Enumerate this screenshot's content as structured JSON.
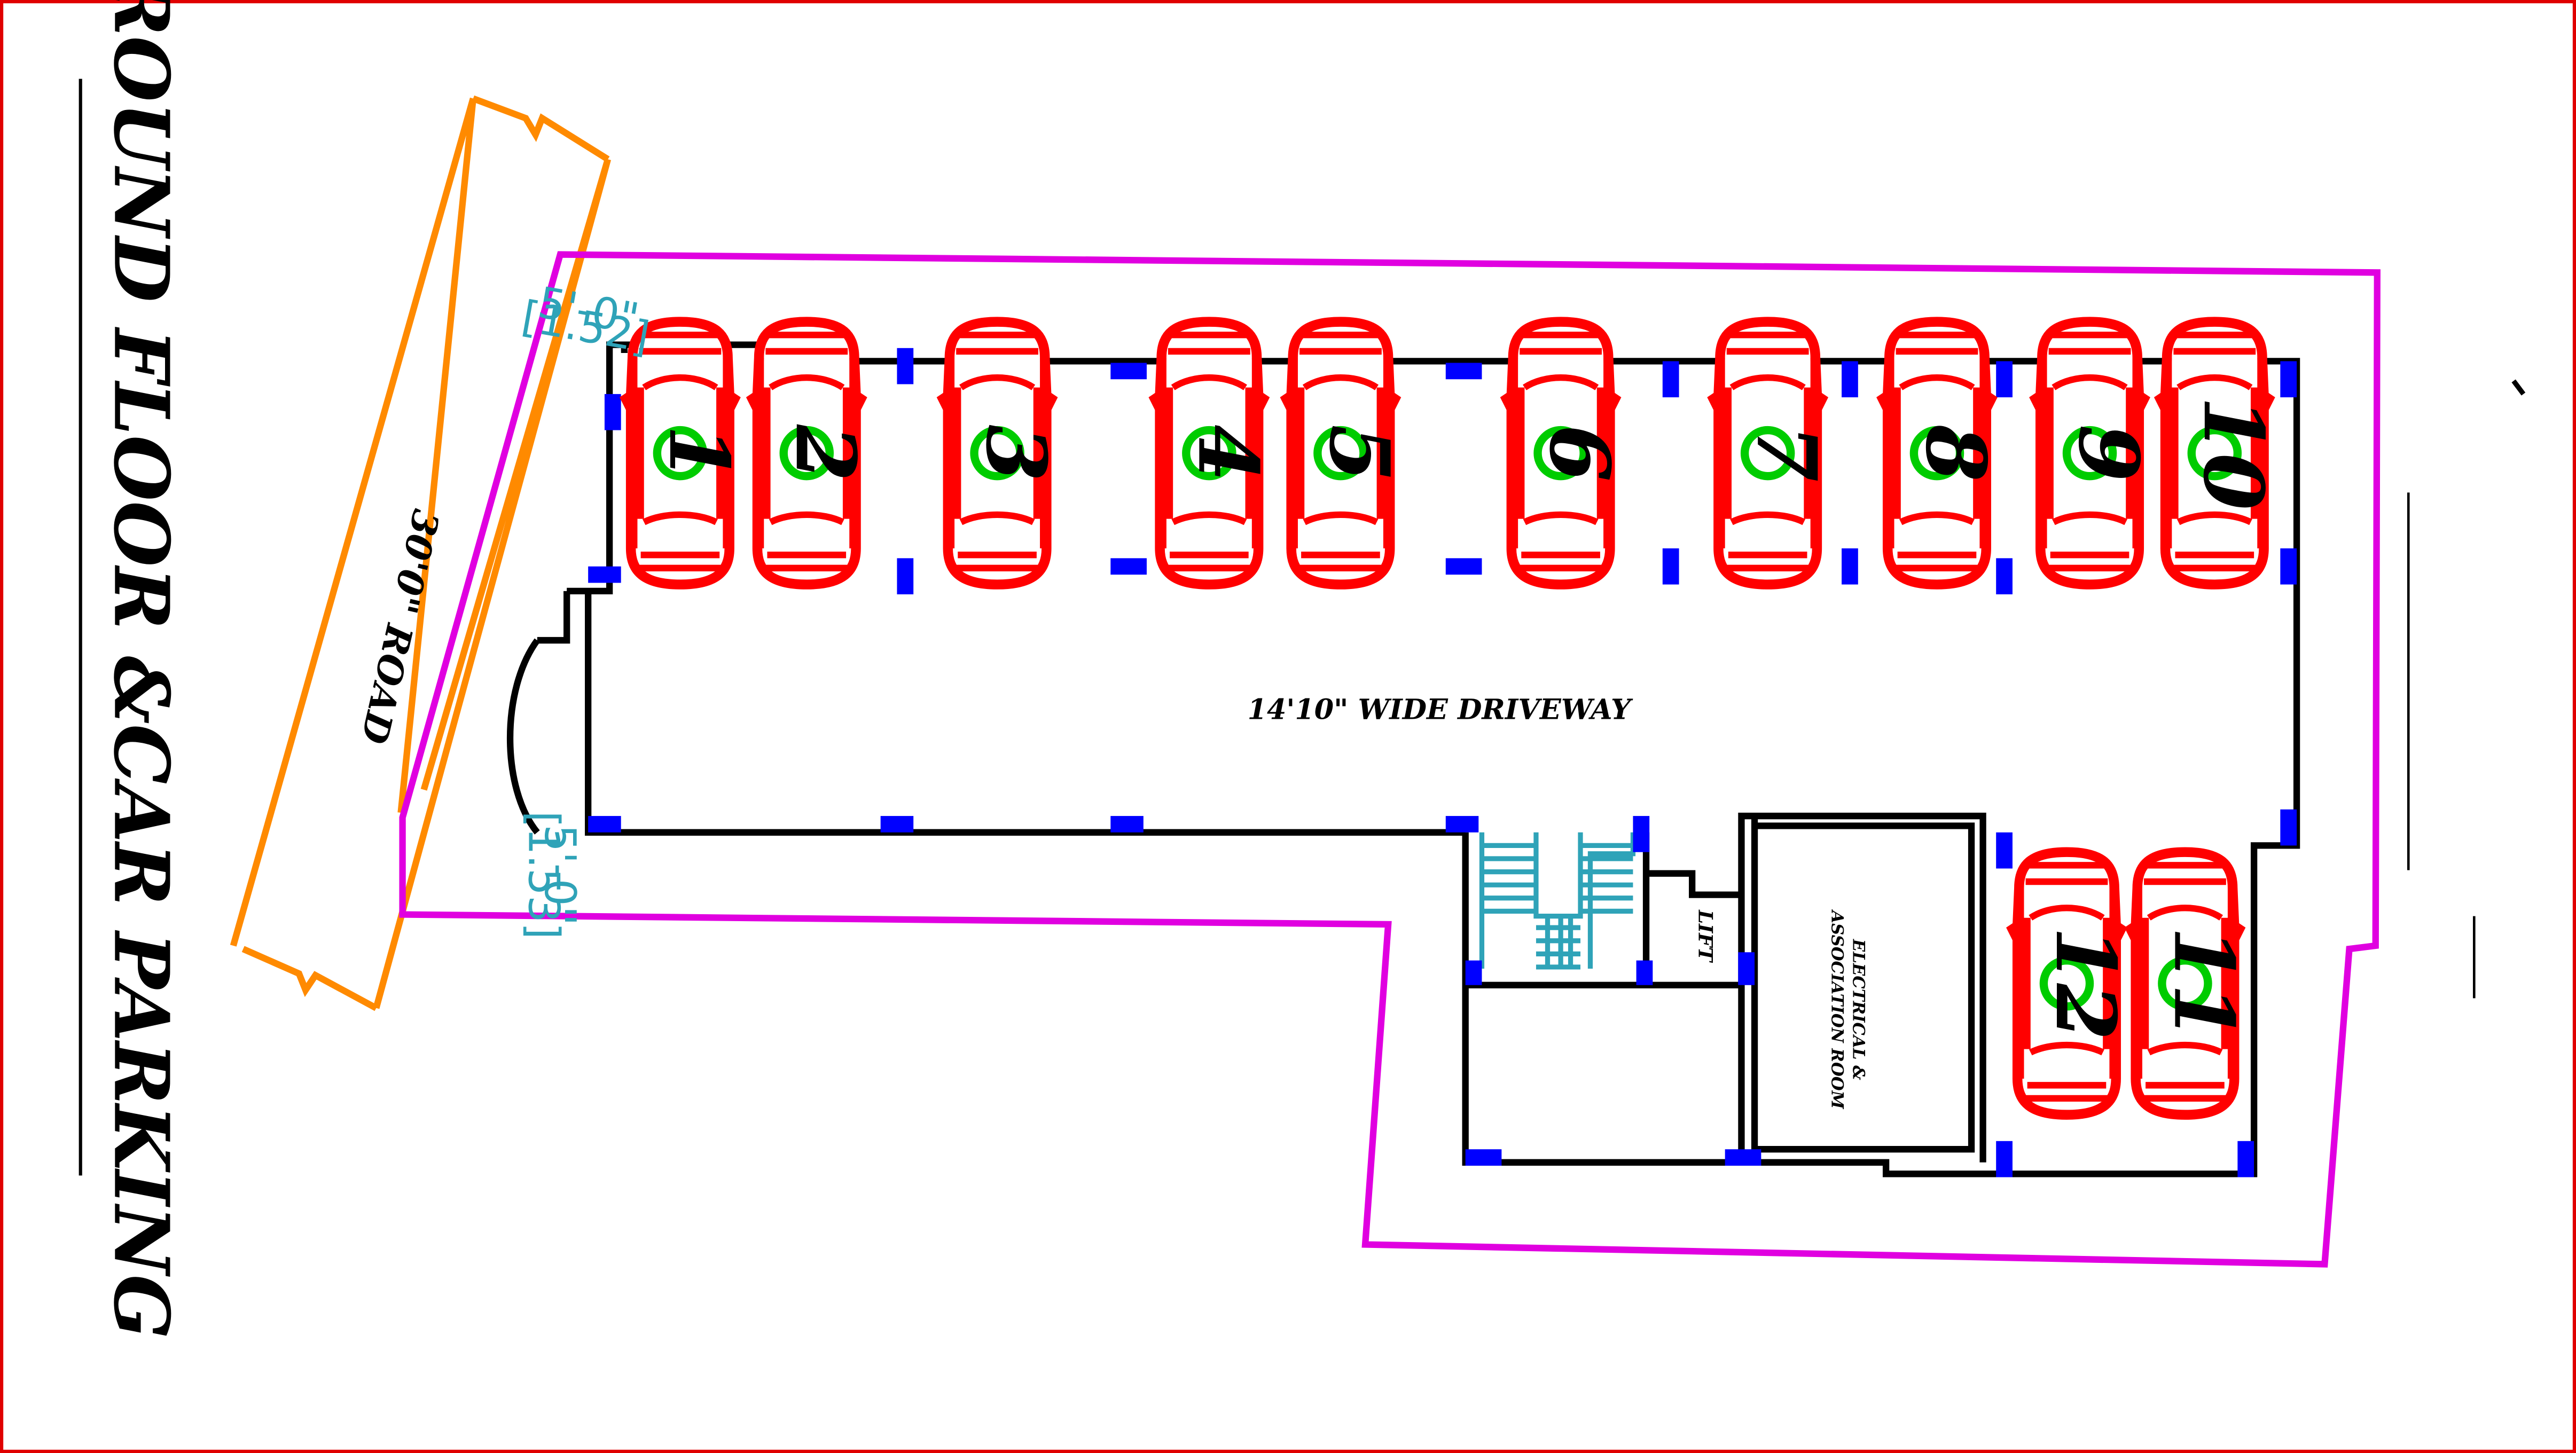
{
  "title": "GROUND FLOOR &CAR PARKING",
  "road_label": "30'0\" ROAD",
  "driveway_label": "14'10\" WIDE DRIVEWAY",
  "lift_label": "LIFT",
  "room_label_line1": "ELECTRICAL &",
  "room_label_line2": "ASSOCIATION ROOM",
  "dim_top_1": "5'-0\"",
  "dim_top_2": "[1.52]",
  "dim_bottom_1": "5'-0\"",
  "dim_bottom_2": "[1.53]",
  "cars": [
    "1",
    "2",
    "3",
    "4",
    "5",
    "6",
    "7",
    "8",
    "9",
    "10",
    "12",
    "11"
  ],
  "colors": {
    "car": "#ff0000",
    "column": "#0000ff",
    "boundary": "#e000e0",
    "road": "#ff8a00",
    "stair": "#2fa3b8",
    "number_circle": "#00cc00",
    "frame": "#e00000"
  }
}
